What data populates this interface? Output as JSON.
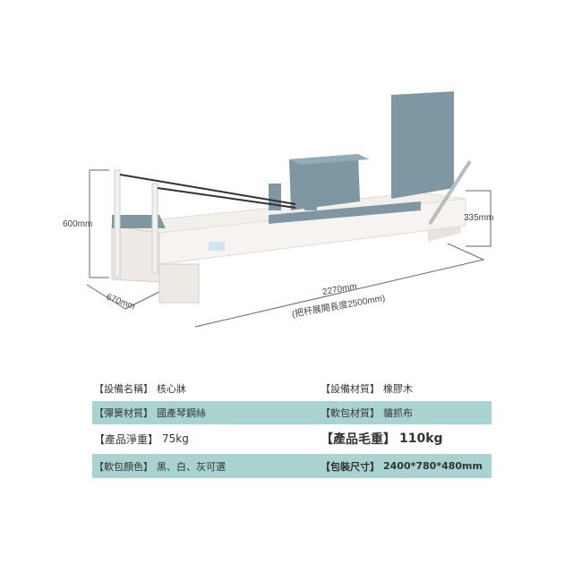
{
  "dimensions": {
    "height": "600mm",
    "width": "670mm",
    "length": "2270mm",
    "length_note": "(把杆展開長度2500mm)",
    "side_height": "335mm"
  },
  "colors": {
    "teal": "#a9d3d0",
    "pad": "#7e97a3",
    "frame": "#f1ede9"
  },
  "specs": [
    [
      {
        "label": "【設備名稱】",
        "value": "核心牀"
      },
      {
        "label": "【設備材質】",
        "value": "橡膠木"
      }
    ],
    [
      {
        "label": "【彈簧材質】",
        "value": "國產琴鋼絲"
      },
      {
        "label": "【軟包材質】",
        "value": "貓抓布"
      }
    ],
    [
      {
        "label": "【產品淨重】",
        "value": "75kg"
      },
      {
        "label": "【產品毛重】",
        "value": "110kg"
      }
    ],
    [
      {
        "label": "【軟包顏色】",
        "value": "黑、白、灰可選"
      },
      {
        "label": "【包裝尺寸】",
        "value": "2400*780*480mm"
      }
    ]
  ]
}
